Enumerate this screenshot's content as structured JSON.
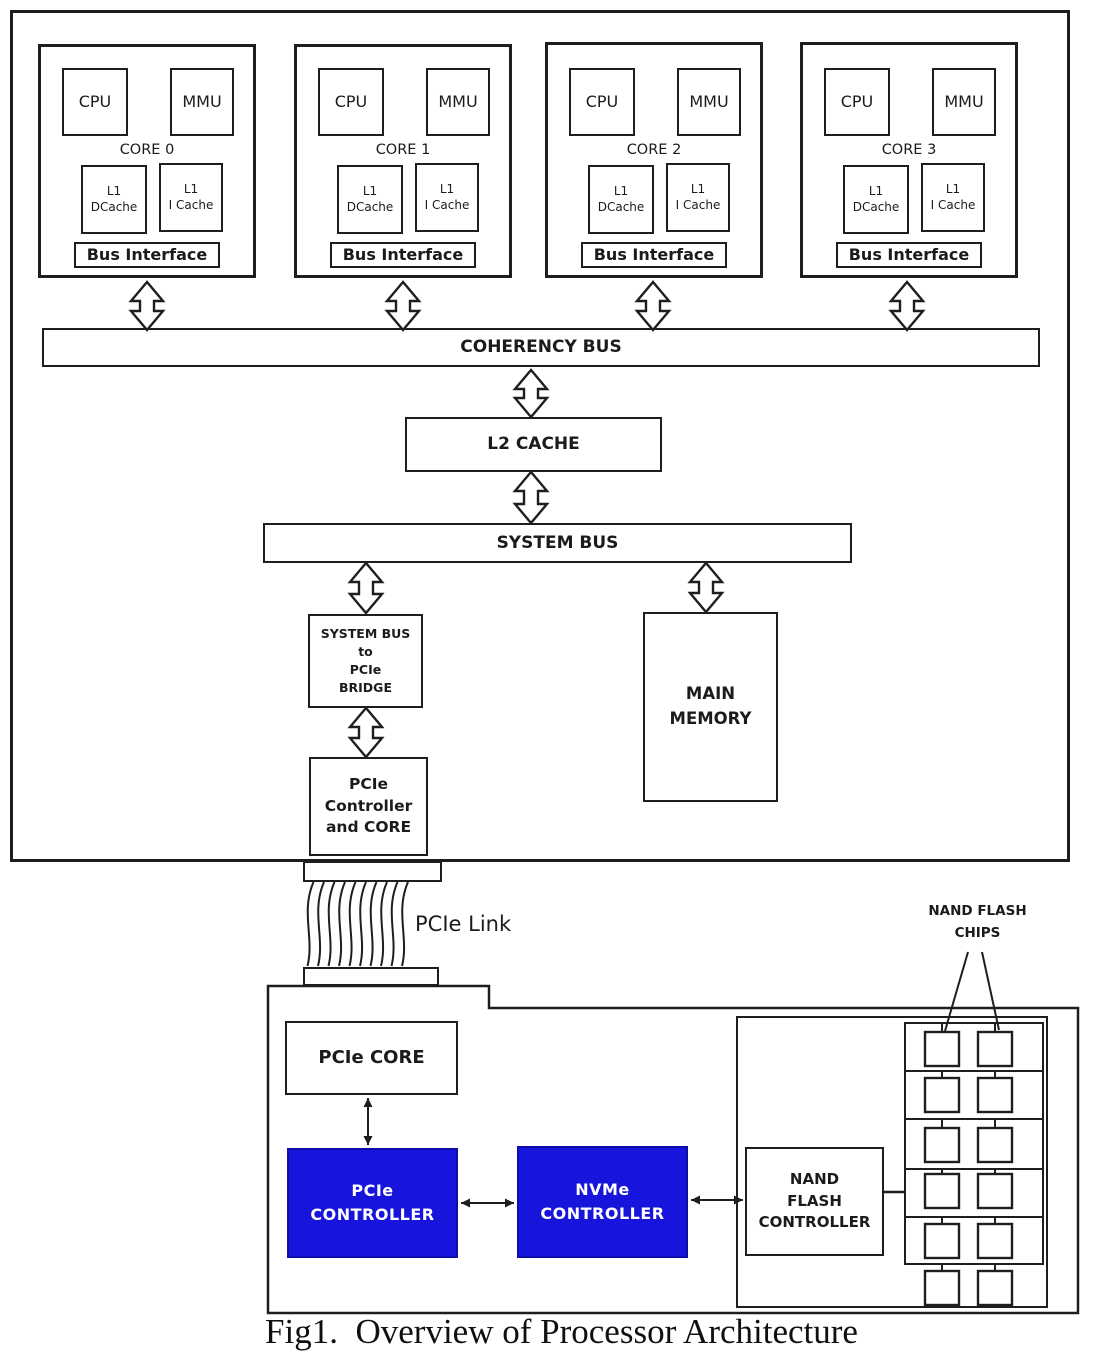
{
  "figure": {
    "caption": "Fig1.  Overview of Processor Architecture"
  },
  "processor": {
    "cores": [
      {
        "name": "CORE 0",
        "cpu": "CPU",
        "mmu": "MMU",
        "l1d": [
          "L1",
          "DCache"
        ],
        "l1i": [
          "L1",
          "I Cache"
        ],
        "bus_interface": "Bus Interface"
      },
      {
        "name": "CORE 1",
        "cpu": "CPU",
        "mmu": "MMU",
        "l1d": [
          "L1",
          "DCache"
        ],
        "l1i": [
          "L1",
          "I Cache"
        ],
        "bus_interface": "Bus Interface"
      },
      {
        "name": "CORE 2",
        "cpu": "CPU",
        "mmu": "MMU",
        "l1d": [
          "L1",
          "DCache"
        ],
        "l1i": [
          "L1",
          "I Cache"
        ],
        "bus_interface": "Bus Interface"
      },
      {
        "name": "CORE 3",
        "cpu": "CPU",
        "mmu": "MMU",
        "l1d": [
          "L1",
          "DCache"
        ],
        "l1i": [
          "L1",
          "I Cache"
        ],
        "bus_interface": "Bus Interface"
      }
    ],
    "coherency_bus": "COHERENCY BUS",
    "l2_cache": "L2 CACHE",
    "system_bus": "SYSTEM BUS",
    "bridge": [
      "SYSTEM BUS",
      "to",
      "PCIe",
      "BRIDGE"
    ],
    "main_memory": [
      "MAIN",
      "MEMORY"
    ],
    "pcie_controller_core": [
      "PCIe",
      "Controller",
      "and CORE"
    ]
  },
  "interconnect": {
    "pcie_link_label": "PCIe Link"
  },
  "ssd": {
    "pcie_core": "PCIe CORE",
    "pcie_controller": [
      "PCIe",
      "CONTROLLER"
    ],
    "nvme_controller": [
      "NVMe",
      "CONTROLLER"
    ],
    "nand_flash_controller": [
      "NAND",
      "FLASH",
      "CONTROLLER"
    ],
    "nand_chips_label": [
      "NAND FLASH",
      "CHIPS"
    ]
  },
  "colors": {
    "controller_blue": "#1714dc",
    "line": "#1e1e1e"
  }
}
